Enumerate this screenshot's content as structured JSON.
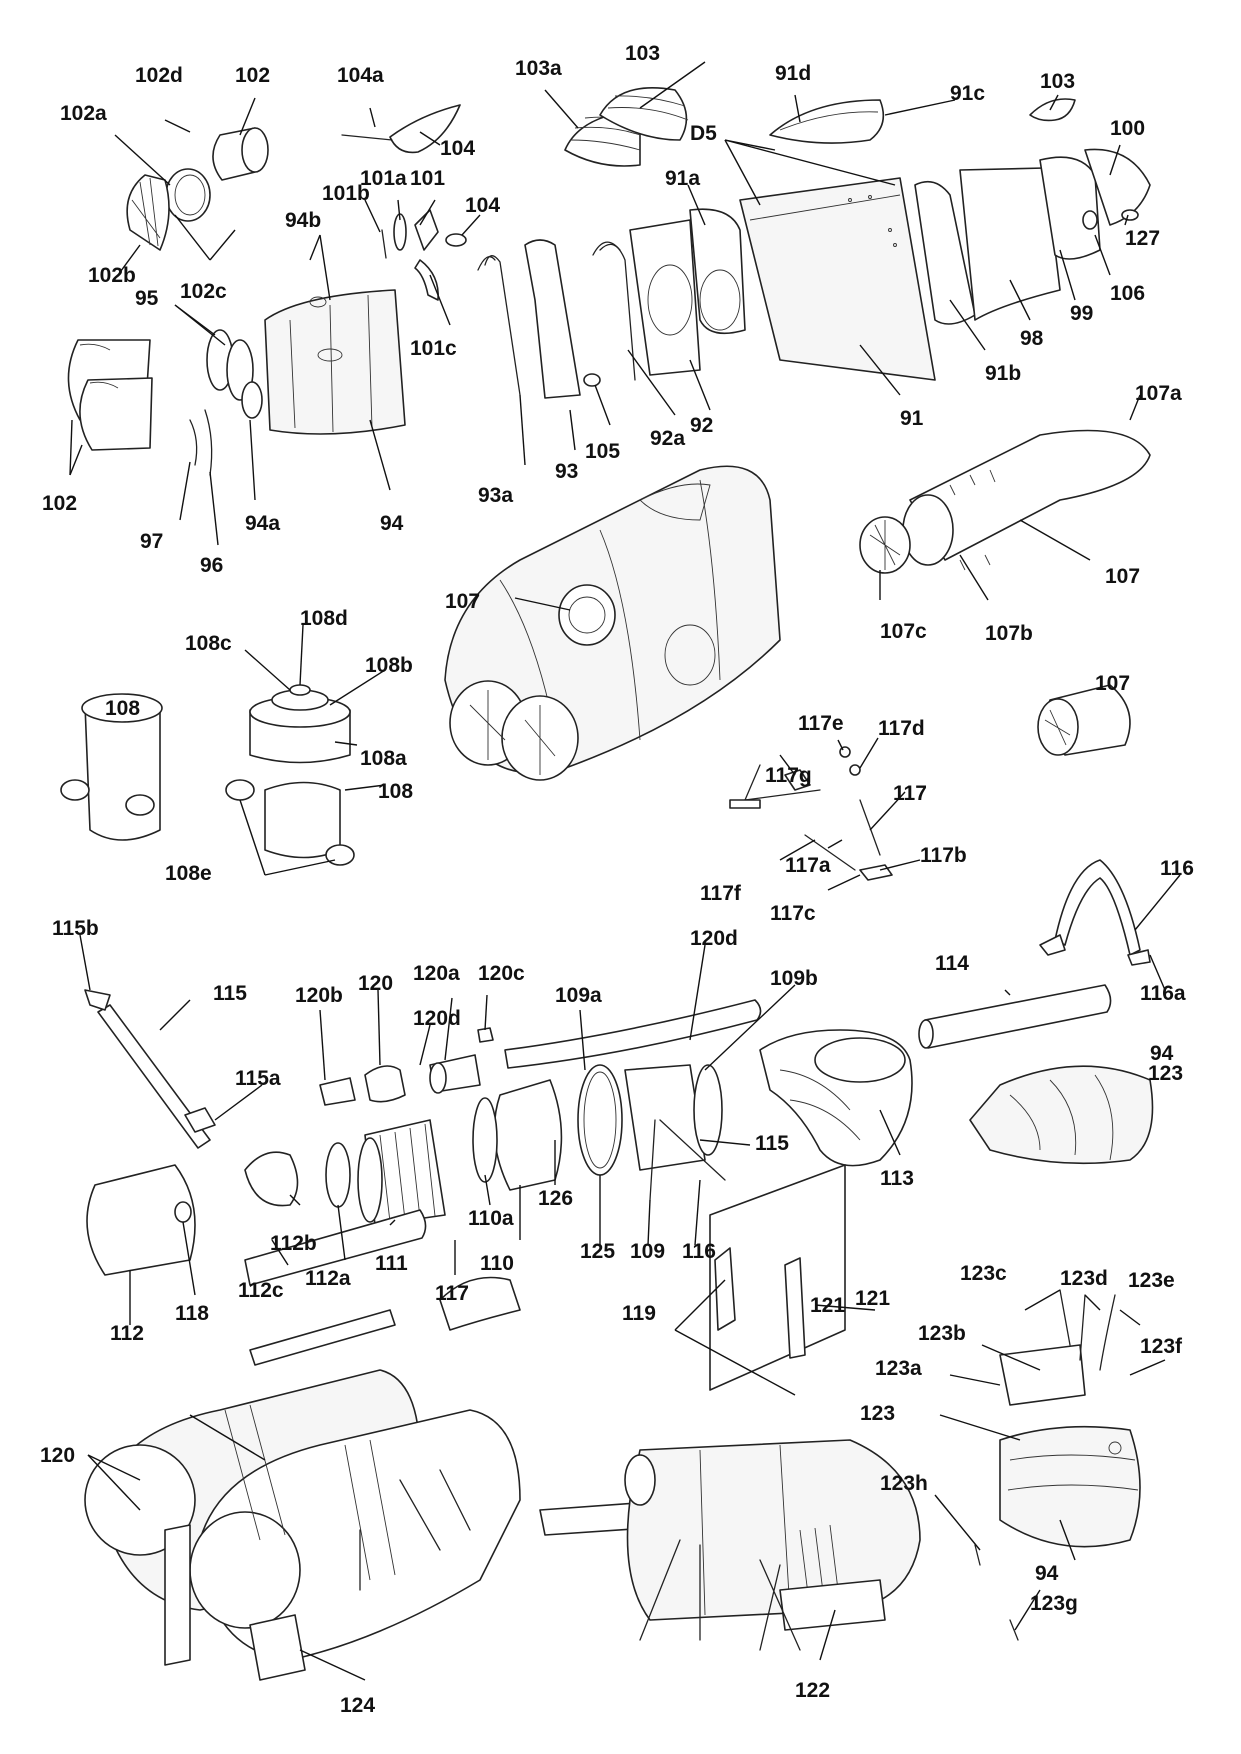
{
  "labels": [
    {
      "t": "102d"
    },
    {
      "t": "102"
    },
    {
      "t": "104a"
    },
    {
      "t": "103a"
    },
    {
      "t": "103"
    },
    {
      "t": "91d"
    },
    {
      "t": "103"
    },
    {
      "t": "91c"
    },
    {
      "t": "100"
    },
    {
      "t": "D5"
    },
    {
      "t": "102a"
    },
    {
      "t": "104"
    },
    {
      "t": "101b"
    },
    {
      "t": "101a"
    },
    {
      "t": "101"
    },
    {
      "t": "104"
    },
    {
      "t": "94b"
    },
    {
      "t": "91a"
    },
    {
      "t": "127"
    },
    {
      "t": "102b"
    },
    {
      "t": "102c"
    },
    {
      "t": "106"
    },
    {
      "t": "99"
    },
    {
      "t": "95"
    },
    {
      "t": "98"
    },
    {
      "t": "101c"
    },
    {
      "t": "91b"
    },
    {
      "t": "107a"
    },
    {
      "t": "92"
    },
    {
      "t": "91"
    },
    {
      "t": "92a"
    },
    {
      "t": "105"
    },
    {
      "t": "93"
    },
    {
      "t": "102"
    },
    {
      "t": "94a"
    },
    {
      "t": "94"
    },
    {
      "t": "93a"
    },
    {
      "t": "97"
    },
    {
      "t": "96"
    },
    {
      "t": "107"
    },
    {
      "t": "107"
    },
    {
      "t": "107c"
    },
    {
      "t": "107b"
    },
    {
      "t": "108d"
    },
    {
      "t": "108c"
    },
    {
      "t": "108b"
    },
    {
      "t": "107"
    },
    {
      "t": "108"
    },
    {
      "t": "108a"
    },
    {
      "t": "108"
    },
    {
      "t": "117e"
    },
    {
      "t": "117d"
    },
    {
      "t": "117g"
    },
    {
      "t": "117"
    },
    {
      "t": "108e"
    },
    {
      "t": "117b"
    },
    {
      "t": "117f"
    },
    {
      "t": "117a"
    },
    {
      "t": "116"
    },
    {
      "t": "117c"
    },
    {
      "t": "115b"
    },
    {
      "t": "120d"
    },
    {
      "t": "120a"
    },
    {
      "t": "120c"
    },
    {
      "t": "109a"
    },
    {
      "t": "109b"
    },
    {
      "t": "115"
    },
    {
      "t": "120b"
    },
    {
      "t": "120"
    },
    {
      "t": "114"
    },
    {
      "t": "116a"
    },
    {
      "t": "120d"
    },
    {
      "t": "115a"
    },
    {
      "t": "94"
    },
    {
      "t": "123"
    },
    {
      "t": "115"
    },
    {
      "t": "113"
    },
    {
      "t": "126"
    },
    {
      "t": "110a"
    },
    {
      "t": "112b"
    },
    {
      "t": "111"
    },
    {
      "t": "110"
    },
    {
      "t": "125"
    },
    {
      "t": "109"
    },
    {
      "t": "116"
    },
    {
      "t": "112a"
    },
    {
      "t": "117"
    },
    {
      "t": "112c"
    },
    {
      "t": "118"
    },
    {
      "t": "112"
    },
    {
      "t": "121"
    },
    {
      "t": "123c"
    },
    {
      "t": "123d"
    },
    {
      "t": "119"
    },
    {
      "t": "123e"
    },
    {
      "t": "123b"
    },
    {
      "t": "123f"
    },
    {
      "t": "123a"
    },
    {
      "t": "121"
    },
    {
      "t": "123"
    },
    {
      "t": "120"
    },
    {
      "t": "123h"
    },
    {
      "t": "94"
    },
    {
      "t": "123g"
    },
    {
      "t": "124"
    },
    {
      "t": "122"
    }
  ]
}
